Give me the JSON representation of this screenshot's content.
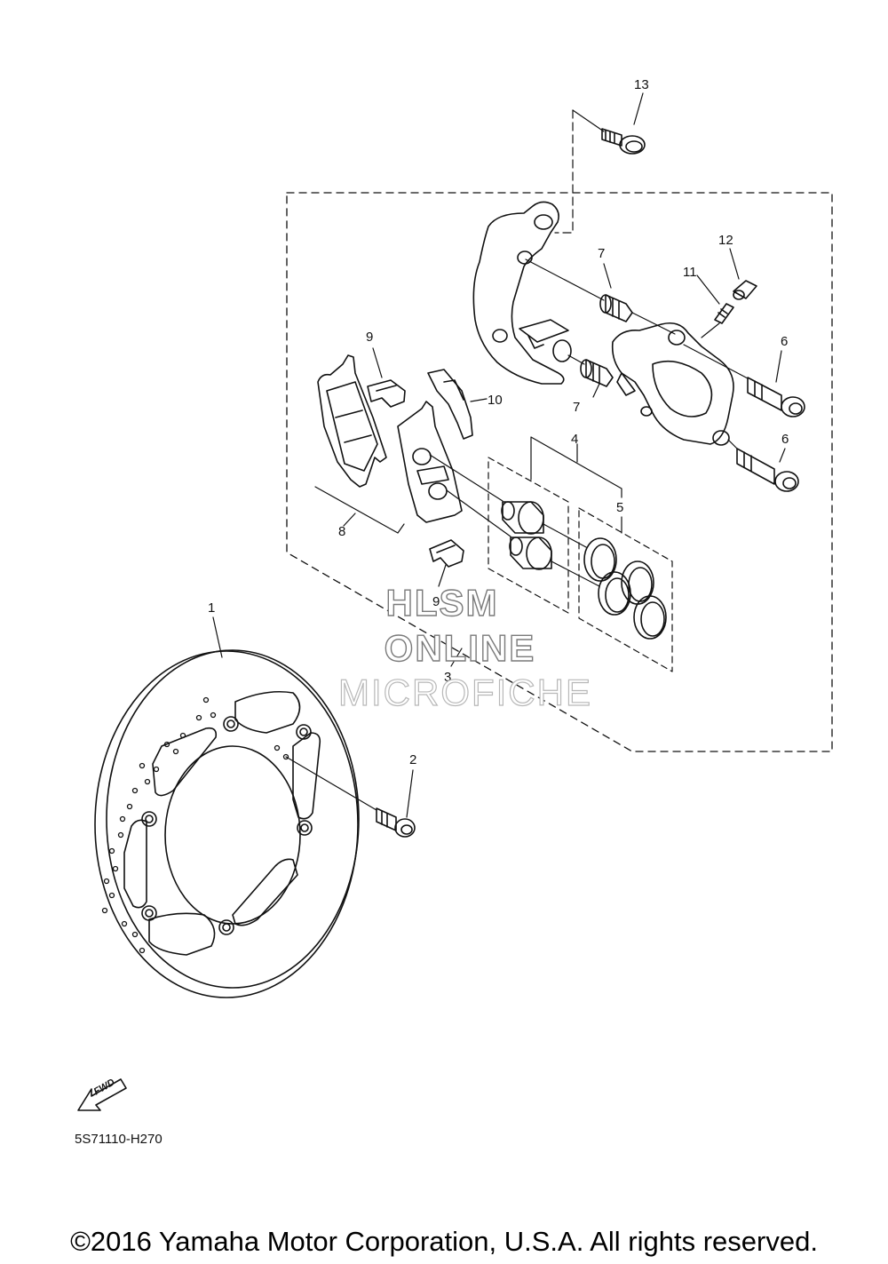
{
  "callouts": [
    {
      "id": "c1",
      "text": "1"
    },
    {
      "id": "c2",
      "text": "2"
    },
    {
      "id": "c3",
      "text": "3"
    },
    {
      "id": "c4",
      "text": "4"
    },
    {
      "id": "c5",
      "text": "5"
    },
    {
      "id": "c6a",
      "text": "6"
    },
    {
      "id": "c6b",
      "text": "6"
    },
    {
      "id": "c7a",
      "text": "7"
    },
    {
      "id": "c7b",
      "text": "7"
    },
    {
      "id": "c8",
      "text": "8"
    },
    {
      "id": "c9a",
      "text": "9"
    },
    {
      "id": "c9b",
      "text": "9"
    },
    {
      "id": "c10",
      "text": "10"
    },
    {
      "id": "c11",
      "text": "11"
    },
    {
      "id": "c12",
      "text": "12"
    },
    {
      "id": "c13",
      "text": "13"
    }
  ],
  "watermark": {
    "line1": "HLSM",
    "line2": "ONLINE",
    "line3": "MICROFICHE"
  },
  "fwd_label": "FWD",
  "diagram_code": "5S71110-H270",
  "copyright": "©2016 Yamaha Motor Corporation, U.S.A. All rights reserved."
}
